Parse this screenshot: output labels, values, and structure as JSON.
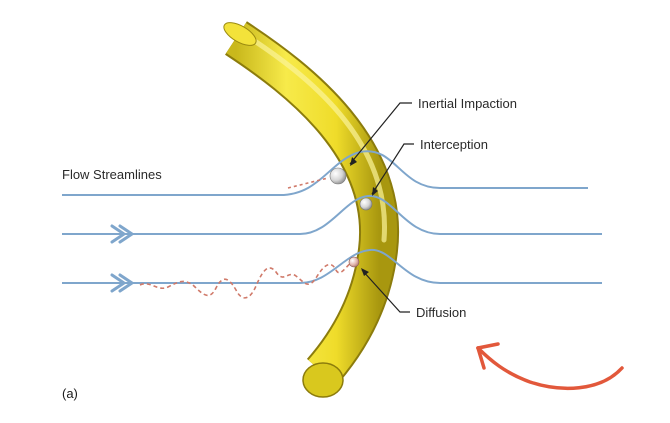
{
  "labels": {
    "flow_streamlines": "Flow Streamlines",
    "inertial_impaction": "Inertial Impaction",
    "interception": "Interception",
    "diffusion": "Diffusion",
    "panel": "(a)"
  },
  "colors": {
    "fiber": "#f2e12f",
    "fiber_shadow": "#b8a71a",
    "streamline": "#7fa6cc",
    "diffusion_path": "#d07a6a",
    "annotation_arrow": "#e2583b",
    "leader_line": "#222222"
  },
  "icons": {
    "flow_arrow": "chevron-right-icon",
    "hand_drawn_arrow": "curved-arrow-icon"
  }
}
